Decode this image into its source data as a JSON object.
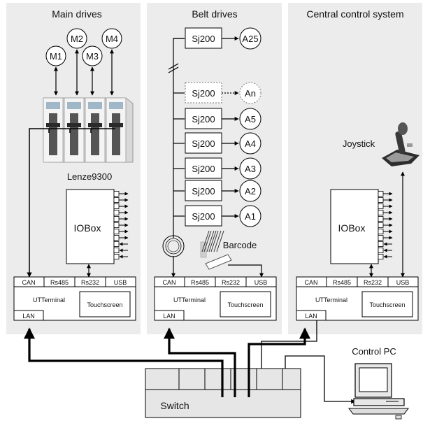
{
  "panels": {
    "main": "Main drives",
    "belt": "Belt drives",
    "central": "Central control system"
  },
  "main_drives": {
    "motors": [
      "M1",
      "M2",
      "M3",
      "M4"
    ],
    "drive_label": "Lenze9300"
  },
  "belt_drives": {
    "controller": "Sj200",
    "axes": [
      "A25",
      "An",
      "A5",
      "A4",
      "A3",
      "A2",
      "A1"
    ],
    "barcode_label": "Barcode"
  },
  "central": {
    "joystick_label": "Joystick"
  },
  "iobox_label": "IOBox",
  "terminal": {
    "ports": [
      "CAN",
      "Rs485",
      "Rs232",
      "USB"
    ],
    "name": "UTTerminal",
    "touchscreen": "Touchscreen",
    "lan": "LAN"
  },
  "switch_label": "Switch",
  "control_pc_label": "Control PC",
  "colors": {
    "panel_bg": "#ececec",
    "line": "#000000"
  }
}
